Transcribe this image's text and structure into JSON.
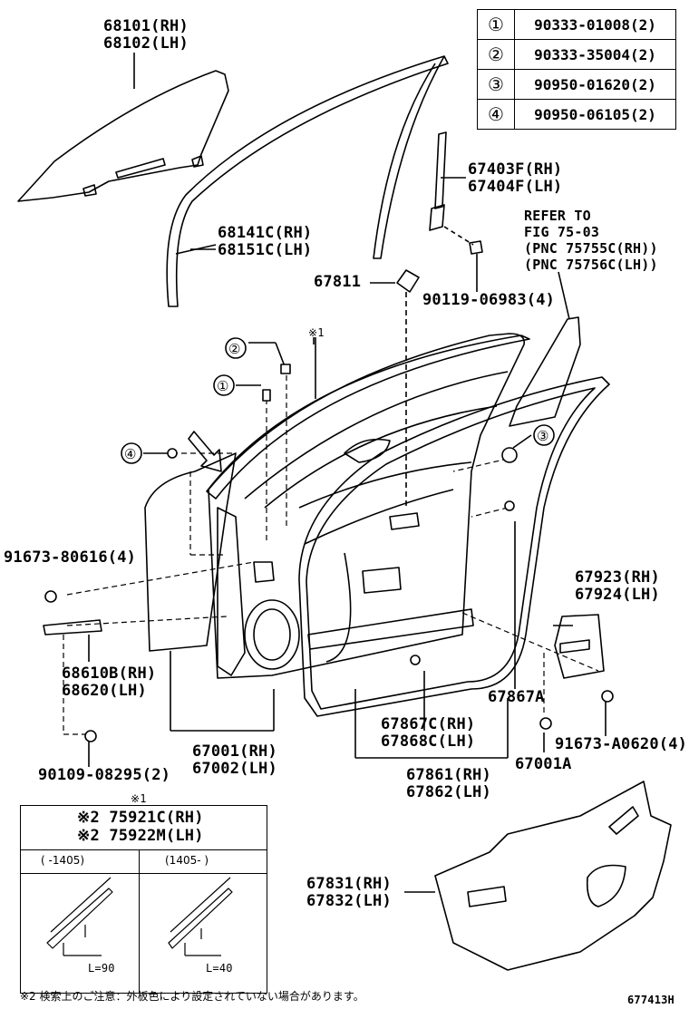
{
  "reference_table": [
    {
      "num": "①",
      "part": "90333-01008(2)"
    },
    {
      "num": "②",
      "part": "90333-35004(2)"
    },
    {
      "num": "③",
      "part": "90950-01620(2)"
    },
    {
      "num": "④",
      "part": "90950-06105(2)"
    }
  ],
  "labels": {
    "glass_rh": "68101(RH)",
    "glass_lh": "68102(LH)",
    "run_rh": "68141C(RH)",
    "run_lh": "68151C(LH)",
    "frame_rh": "67403F(RH)",
    "frame_lh": "67404F(LH)",
    "refer1": "REFER TO",
    "refer2": "FIG 75-03",
    "refer3": "(PNC 75755C(RH))",
    "refer4": "(PNC 75756C(LH))",
    "p67811": "67811",
    "p90119": "90119-06983(4)",
    "note1_mark": "※1",
    "c1": "①",
    "c2": "②",
    "c3": "③",
    "c4": "④",
    "p91673a": "91673-80616(4)",
    "check_rh": "68610B(RH)",
    "check_lh": "68620(LH)",
    "p90109": "90109-08295(2)",
    "door_rh": "67001(RH)",
    "door_lh": "67002(LH)",
    "clip_rh": "67867C(RH)",
    "clip_lh": "67868C(LH)",
    "ws_rh": "67861(RH)",
    "ws_lh": "67862(LH)",
    "p67867a": "67867A",
    "p67001a": "67001A",
    "cover_rh": "67923(RH)",
    "cover_lh": "67924(LH)",
    "p91673b": "91673-A0620(4)",
    "film_rh": "67831(RH)",
    "film_lh": "67832(LH)",
    "fig_id": "677413H"
  },
  "inset": {
    "mark": "※1",
    "line1": "※2 75921C(RH)",
    "line2": "※2 75922M(LH)",
    "col1": "(  -1405)",
    "col2": "(1405-  )",
    "len1": "L=90",
    "len2": "L=40"
  },
  "footnote": "※2 検索上のご注意：外板色により設定されていない場合があります。"
}
